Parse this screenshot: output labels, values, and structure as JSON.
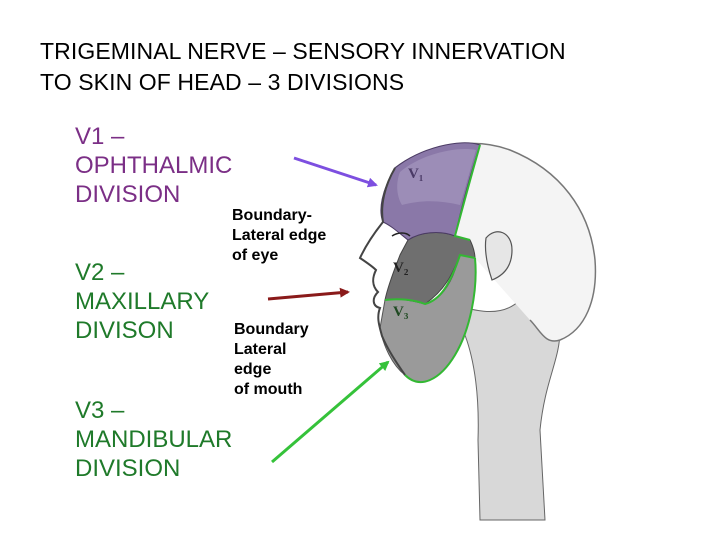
{
  "title": {
    "line1": "TRIGEMINAL NERVE – SENSORY INNERVATION",
    "line2": "TO SKIN OF HEAD – 3 DIVISIONS"
  },
  "colors": {
    "v1": "#7b2f86",
    "v2": "#1f7a2a",
    "v3": "#1f7a2a",
    "arrow_v1": "#7d4fe0",
    "arrow_v2": "#8a1a1a",
    "arrow_v3": "#35c23a",
    "v1_region": "#8a78a8",
    "v2_region": "#6f6f6f",
    "v3_region": "#9a9a9a",
    "boundary_line": "#33b833"
  },
  "divisions": [
    {
      "lines": [
        "V1 –",
        "OPHTHALMIC",
        "DIVISION"
      ]
    },
    {
      "lines": [
        "V2 –",
        "MAXILLARY",
        "DIVISON"
      ]
    },
    {
      "lines": [
        "V3 –",
        "MANDIBULAR",
        "DIVISION"
      ]
    }
  ],
  "boundaries": [
    {
      "lines": [
        "Boundary-",
        "Lateral edge",
        "of eye"
      ]
    },
    {
      "lines": [
        "Boundary",
        "Lateral",
        "edge",
        "of mouth"
      ]
    }
  ],
  "figure_labels": {
    "v1": "V₁",
    "v2": "V₂",
    "v3": "V₃"
  }
}
